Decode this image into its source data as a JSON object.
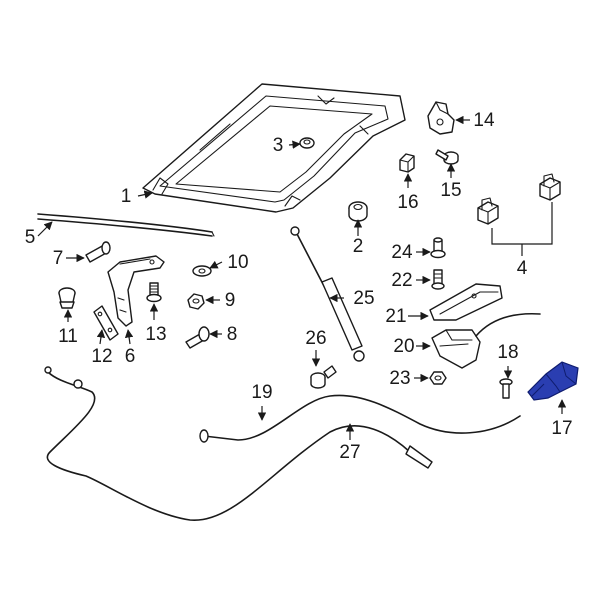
{
  "diagram": {
    "highlight_color": "#2a3eb1",
    "line_color": "#1a1a1a",
    "callouts": [
      {
        "id": "1",
        "label": "1"
      },
      {
        "id": "2",
        "label": "2"
      },
      {
        "id": "3",
        "label": "3"
      },
      {
        "id": "4",
        "label": "4"
      },
      {
        "id": "5",
        "label": "5"
      },
      {
        "id": "6",
        "label": "6"
      },
      {
        "id": "7",
        "label": "7"
      },
      {
        "id": "8",
        "label": "8"
      },
      {
        "id": "9",
        "label": "9"
      },
      {
        "id": "10",
        "label": "10"
      },
      {
        "id": "11",
        "label": "11"
      },
      {
        "id": "12",
        "label": "12"
      },
      {
        "id": "13",
        "label": "13"
      },
      {
        "id": "14",
        "label": "14"
      },
      {
        "id": "15",
        "label": "15"
      },
      {
        "id": "16",
        "label": "16"
      },
      {
        "id": "17",
        "label": "17"
      },
      {
        "id": "18",
        "label": "18"
      },
      {
        "id": "19",
        "label": "19"
      },
      {
        "id": "20",
        "label": "20"
      },
      {
        "id": "21",
        "label": "21"
      },
      {
        "id": "22",
        "label": "22"
      },
      {
        "id": "23",
        "label": "23"
      },
      {
        "id": "24",
        "label": "24"
      },
      {
        "id": "25",
        "label": "25"
      },
      {
        "id": "26",
        "label": "26"
      },
      {
        "id": "27",
        "label": "27"
      }
    ]
  }
}
